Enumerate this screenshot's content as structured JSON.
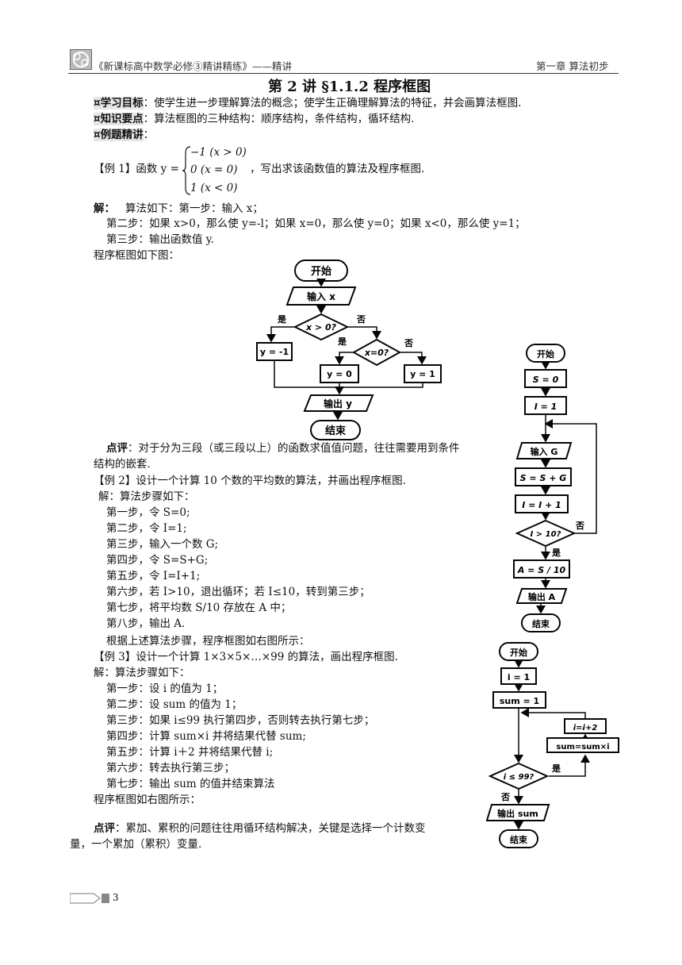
{
  "header": {
    "book_title": "《新课标高中数学必修③精讲精练》——精讲",
    "chapter": "第一章  算法初步"
  },
  "page_title": "第 2 讲  §1.1.2  程序框图",
  "intro": {
    "goal_label": "学习目标",
    "goal_text": "：使学生进一步理解算法的概念；使学生正确理解算法的特征，并会画算法框图.",
    "key_label": "知识要点",
    "key_text": "：算法框图的三种结构：顺序结构，条件结构，循环结构.",
    "example_label": "例题精讲",
    "example_colon": "："
  },
  "example1": {
    "prefix": "【例 1】函数 y =",
    "cases": [
      "−1    (x > 0)",
      "0      (x = 0)",
      "1      (x < 0)"
    ],
    "suffix": "，写出求该函数值的算法及程序框图.",
    "sol_label": "解：",
    "sol_line1": "算法如下：第一步：输入 x；",
    "sol_line2": "第二步：如果 x>0，那么使 y=-l；如果 x=0，那么使 y=0；如果 x<0，那么使 y=1；",
    "sol_line3": "第三步：输出函数值 y.",
    "diagram_intro": "程序框图如下图：",
    "flow": {
      "start": "开始",
      "input": "输入 x",
      "cond1": "x > 0?",
      "yes1": "是",
      "no1": "否",
      "cond2": "x=0?",
      "yes2": "是",
      "no2": "否",
      "a1": "y = -1",
      "a2": "y = 0",
      "a3": "y = 1",
      "output": "输出 y",
      "end": "结束"
    },
    "comment_label": "点评",
    "comment_line1": "：对于分为三段（或三段以上）的函数求值值问题，往往需要用到条件",
    "comment_line2": "结构的嵌套."
  },
  "example2": {
    "prompt": "【例 2】设计一个计算 10 个数的平均数的算法，并画出程序框图.",
    "sol": "解：算法步骤如下：",
    "steps": [
      "第一步，令 S=0;",
      "第二步，令 I=1;",
      "第三步，输入一个数 G;",
      "第四步，令 S=S+G;",
      "第五步，令 I=I+1;",
      "第六步，若 I>10，退出循环；若 I≤10，转到第三步；",
      "第七步，将平均数 S/10 存放在 A 中；",
      "第八步，输出 A."
    ],
    "closing": "根据上述算法步骤，程序框图如右图所示：",
    "flow": {
      "start": "开始",
      "s0": "S = 0",
      "i1": "I = 1",
      "input": "输入 G",
      "sum": "S = S + G",
      "inc": "I = I + 1",
      "cond": "I > 10?",
      "no": "否",
      "yes": "是",
      "avg": "A = S / 10",
      "output": "输出 A",
      "end": "结束"
    }
  },
  "example3": {
    "prompt": "【例 3】设计一个计算 1×3×5×…×99 的算法，画出程序框图.",
    "sol": "解：算法步骤如下：",
    "steps": [
      "第一步：设 i 的值为 1；",
      "第二步：设 sum 的值为 1；",
      "第三步：如果 i≤99 执行第四步，否则转去执行第七步；",
      "第四步：计算 sum×i 并将结果代替 sum;",
      "第五步：计算 i＋2 并将结果代替 i;",
      "第六步：转去执行第三步；",
      "第七步：输出 sum 的值并结束算法"
    ],
    "closing": "程序框图如右图所示：",
    "flow": {
      "start": "开始",
      "i1": "i = 1",
      "sum1": "sum = 1",
      "inc": "i=i+2",
      "mult": "sum=sum×i",
      "cond": "i ≤ 99?",
      "yes": "是",
      "no": "否",
      "output": "输出 sum",
      "end": "结束"
    },
    "comment_label": "点评",
    "comment_line1": "：累加、累积的问题往往用循环结构解决，关键是选择一个计数变",
    "comment_line2": "量，一个累加（累积）变量."
  },
  "footer": {
    "page_number": "3"
  }
}
